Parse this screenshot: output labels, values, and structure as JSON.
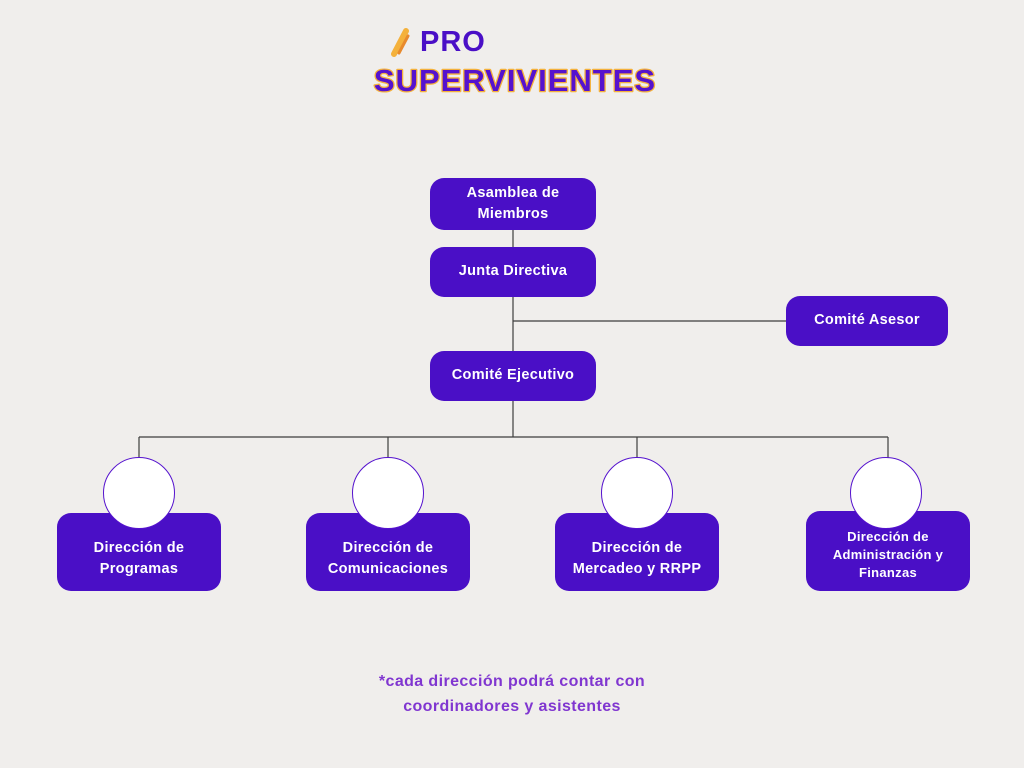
{
  "logo": {
    "brand_top": "PRO",
    "brand_bottom": "SUPERVIVIENTES"
  },
  "org": {
    "asamblea": "Asamblea de Miembros",
    "junta": "Junta Directiva",
    "comite_asesor": "Comité Asesor",
    "comite_ejecutivo": "Comité Ejecutivo",
    "dir_programas": "Dirección de Programas",
    "dir_comunicaciones": "Dirección de Comunicaciones",
    "dir_mercadeo": "Dirección de Mercadeo y RRPP",
    "dir_admin_finanzas": "Dirección de Administración y Finanzas"
  },
  "footnote": {
    "line1": "*cada dirección podrá contar con",
    "line2": "coordinadores y asistentes"
  },
  "colors": {
    "background": "#F0EEEC",
    "node_purple": "#4A0FC6",
    "node_text": "#FFFFFF",
    "brand_purple": "#5512CE",
    "brand_outline_yellow": "#F4B13C",
    "footnote_purple": "#8036D0",
    "connector_gray": "#3D3D3D",
    "circle_border_purple": "#5512CE"
  }
}
